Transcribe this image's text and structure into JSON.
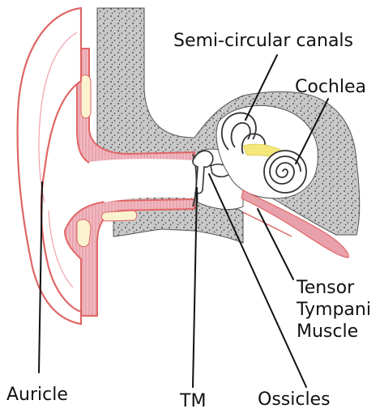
{
  "labels": {
    "semicircular": "Semi-circular canals",
    "cochlea": "Cochlea",
    "tensor_line1": "Tensor",
    "tensor_line2": "Tympani",
    "tensor_line3": "Muscle",
    "auricle": "Auricle",
    "tm": "TM",
    "ossicles": "Ossicles"
  },
  "colors": {
    "outline_red": "#e06666",
    "flesh_pink": "#f2b8c0",
    "muscle_pink": "#e8a0aa",
    "bone_gray": "#c8c8c8",
    "bone_dots": "#333333",
    "nerve_yellow": "#f5e77a",
    "line": "#111111"
  }
}
